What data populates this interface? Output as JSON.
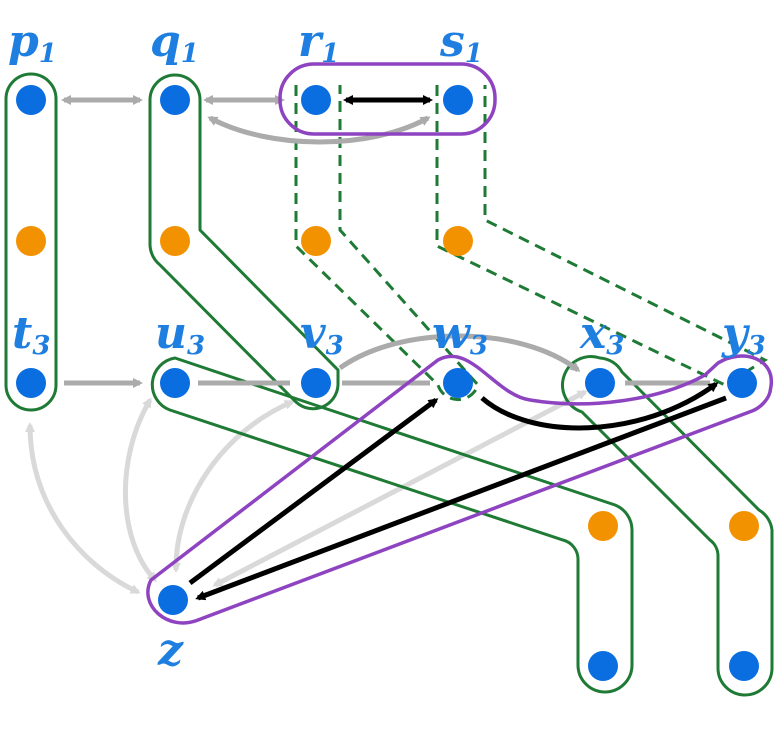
{
  "colors": {
    "label_blue": "#1f7fe0",
    "node_blue": "#0a6ee0",
    "node_orange": "#f39200",
    "group_green": "#1e7a34",
    "group_purple": "#8e44c0",
    "edge_black": "#000000",
    "edge_gray": "#ababab",
    "edge_light": "#d9d9d9"
  },
  "labels": {
    "p": {
      "base": "p",
      "sub": "1"
    },
    "q": {
      "base": "q",
      "sub": "1"
    },
    "r": {
      "base": "r",
      "sub": "1"
    },
    "s": {
      "base": "s",
      "sub": "1"
    },
    "t": {
      "base": "t",
      "sub": "3"
    },
    "u": {
      "base": "u",
      "sub": "3"
    },
    "v": {
      "base": "v",
      "sub": "3"
    },
    "w": {
      "base": "w",
      "sub": "3"
    },
    "x": {
      "base": "x",
      "sub": "3"
    },
    "y": {
      "base": "y",
      "sub": "3"
    },
    "z": {
      "base": "z",
      "sub": ""
    }
  }
}
